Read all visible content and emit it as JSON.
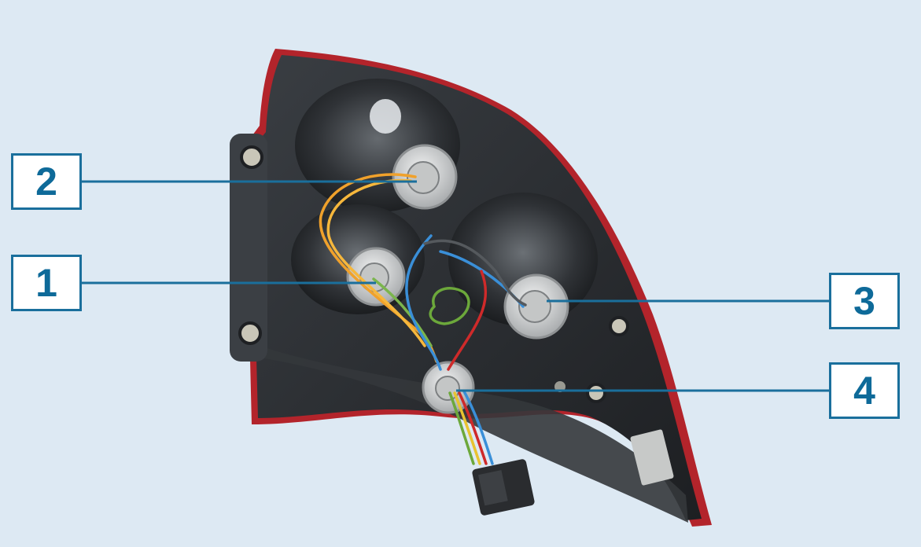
{
  "callouts": [
    {
      "id": "2",
      "label": "2"
    },
    {
      "id": "1",
      "label": "1"
    },
    {
      "id": "3",
      "label": "3"
    },
    {
      "id": "4",
      "label": "4"
    }
  ],
  "colors": {
    "background": "#dde9f3",
    "callout_border": "#1a6f9c",
    "callout_text": "#0e6a99",
    "leader_line": "#1a6f9c",
    "housing_dark": "#2a2d31",
    "housing_edge_red": "#b3242b",
    "lamp_socket": "#d4d6d6"
  },
  "icons": [
    "tail-lamp-housing",
    "bulb-socket",
    "wiring-harness",
    "connector-plug"
  ]
}
